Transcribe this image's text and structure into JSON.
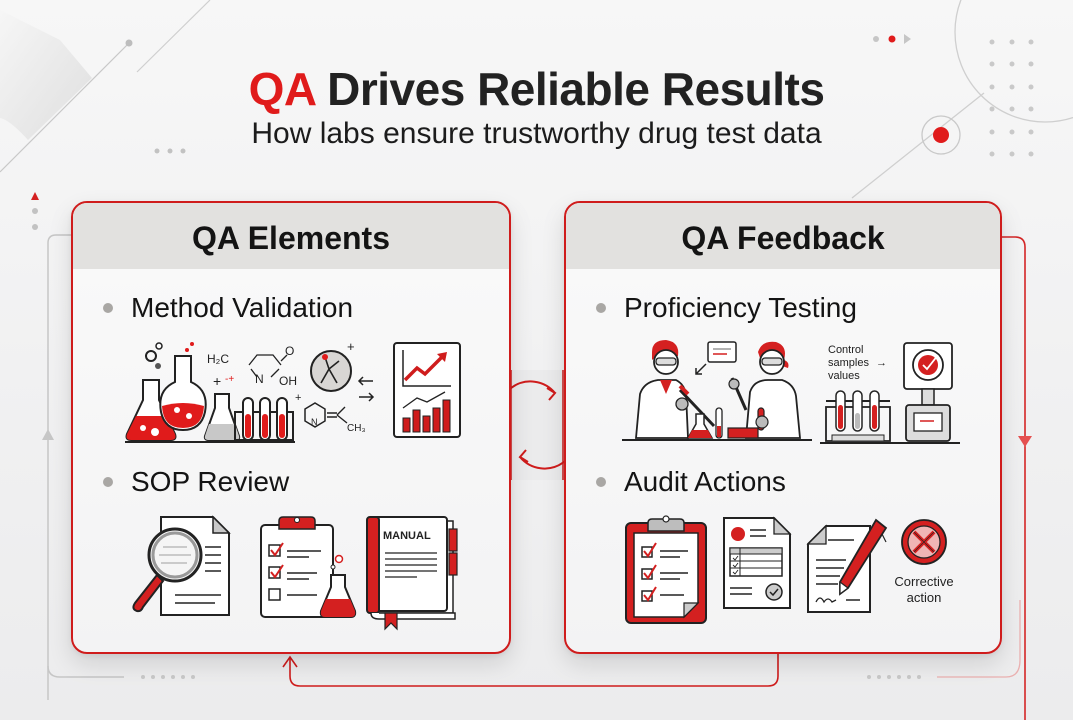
{
  "header": {
    "title_accent": "QA",
    "title_rest": "Drives Reliable Results",
    "subtitle": "How labs ensure trustworthy drug test data"
  },
  "colors": {
    "accent_red": "#e01b1b",
    "card_border": "#cf1c1c",
    "card_header_bg": "#e2e1df",
    "bullet_gray": "#a9a7a4",
    "text_dark": "#141414"
  },
  "cards": [
    {
      "title": "QA Elements",
      "items": [
        {
          "label": "Method Validation",
          "illustration": [
            "lab-glassware-icon",
            "chemical-structure-icon",
            "molecule-circle-icon",
            "pyridine-structure-icon",
            "trend-chart-icon"
          ],
          "text": {
            "formula_h3c": "H₂C",
            "formula_n": "N",
            "formula_oh": "OH",
            "formula_o": "O",
            "formula_ch3": "CH₃",
            "pyridine_n": "N"
          }
        },
        {
          "label": "SOP Review",
          "illustration": [
            "magnifier-document-icon",
            "checklist-flask-icon",
            "manual-book-icon"
          ],
          "text": {
            "manual_label": "MANUAL"
          }
        }
      ]
    },
    {
      "title": "QA Feedback",
      "items": [
        {
          "label": "Proficiency Testing",
          "illustration": [
            "scientists-pipetting-icon",
            "control-samples-analyzer-icon"
          ],
          "text": {
            "control_line1": "Control",
            "control_line2": "samples",
            "control_line3": "values",
            "control_arrow": "→"
          }
        },
        {
          "label": "Audit Actions",
          "illustration": [
            "audit-clipboard-icon",
            "report-form-icon",
            "signed-document-pen-icon",
            "corrective-action-icon"
          ],
          "text": {
            "corrective_line1": "Corrective",
            "corrective_line2": "action"
          }
        }
      ]
    }
  ],
  "connectors": {
    "center": "cycle-arrows-icon",
    "right": "down-arrow",
    "left": "up-arrow",
    "bottom": "up-arrow-into-left-card"
  }
}
